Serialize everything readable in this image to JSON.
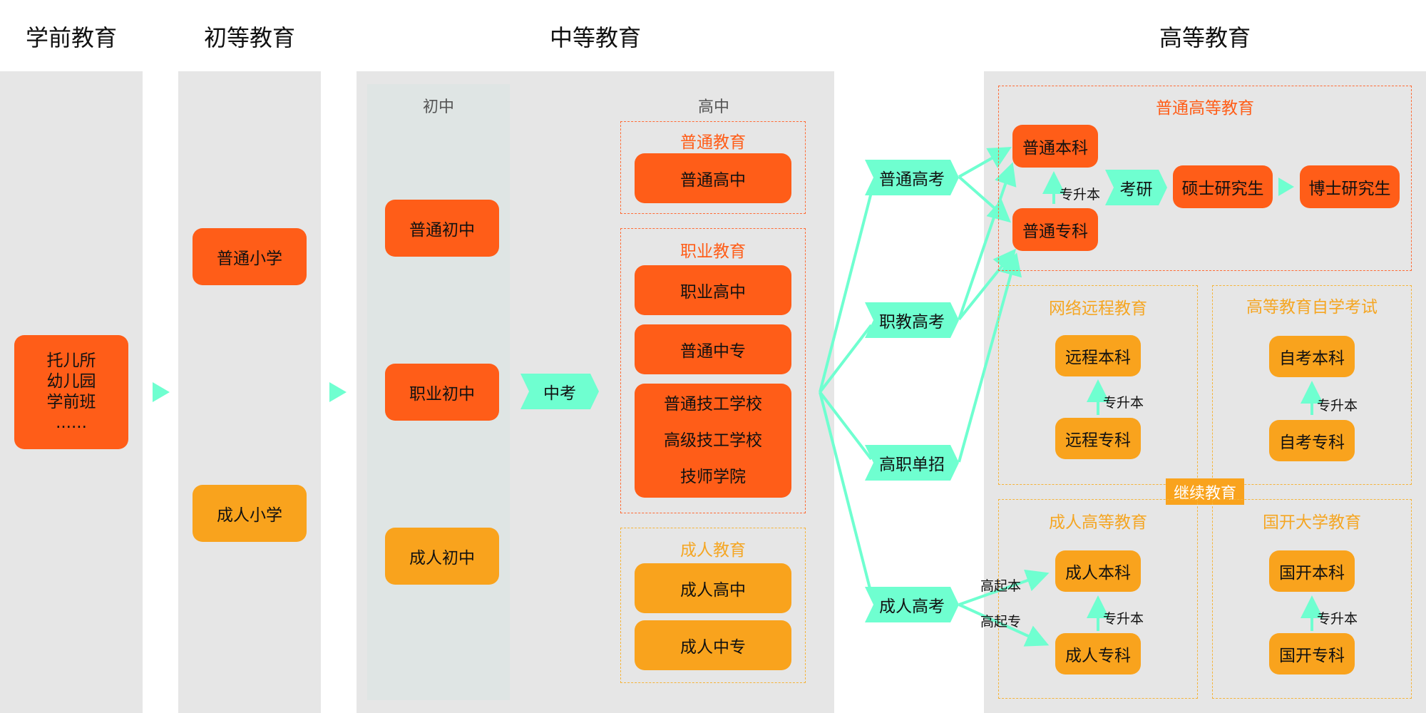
{
  "headers": {
    "preschool": "学前教育",
    "primary": "初等教育",
    "secondary": "中等教育",
    "higher": "高等教育"
  },
  "preschool": {
    "lines": [
      "托儿所",
      "幼儿园",
      "学前班",
      "......"
    ]
  },
  "primary": {
    "regular": "普通小学",
    "adult": "成人小学"
  },
  "secondary": {
    "junior_label": "初中",
    "senior_label": "高中",
    "junior": {
      "regular": "普通初中",
      "vocational": "职业初中",
      "adult": "成人初中"
    },
    "zhongkao": "中考",
    "general_group": "普通教育",
    "general_hs": "普通高中",
    "vocational_group": "职业教育",
    "vocational_hs": "职业高中",
    "general_tech_secondary": "普通中专",
    "tech_school_lines": [
      "普通技工学校",
      "高级技工学校",
      "技师学院"
    ],
    "adult_group": "成人教育",
    "adult_hs": "成人高中",
    "adult_tech_secondary": "成人中专"
  },
  "exams": {
    "gaokao": "普通高考",
    "vocational_gaokao": "职教高考",
    "single_enroll": "高职单招",
    "adult_gaokao": "成人高考"
  },
  "higher": {
    "regular_group": "普通高等教育",
    "bachelor": "普通本科",
    "junior_college": "普通专科",
    "upgrade": "专升本",
    "kaoyan": "考研",
    "master": "硕士研究生",
    "doctor": "博士研究生",
    "remote_group": "网络远程教育",
    "remote_bachelor": "远程本科",
    "remote_college": "远程专科",
    "self_study_group": "高等教育自学考试",
    "self_bachelor": "自考本科",
    "self_college": "自考专科",
    "continuing": "继续教育",
    "adult_group": "成人高等教育",
    "adult_bachelor": "成人本科",
    "adult_college": "成人专科",
    "gao_qi_ben": "高起本",
    "gao_qi_zhuan": "高起专",
    "open_group": "国开大学教育",
    "open_bachelor": "国开本科",
    "open_college": "国开专科"
  },
  "colors": {
    "primary_box": "#ff5d18",
    "secondary_box": "#f9a31d",
    "arrow": "#6fffd0",
    "panel": "#e6e6e6"
  }
}
